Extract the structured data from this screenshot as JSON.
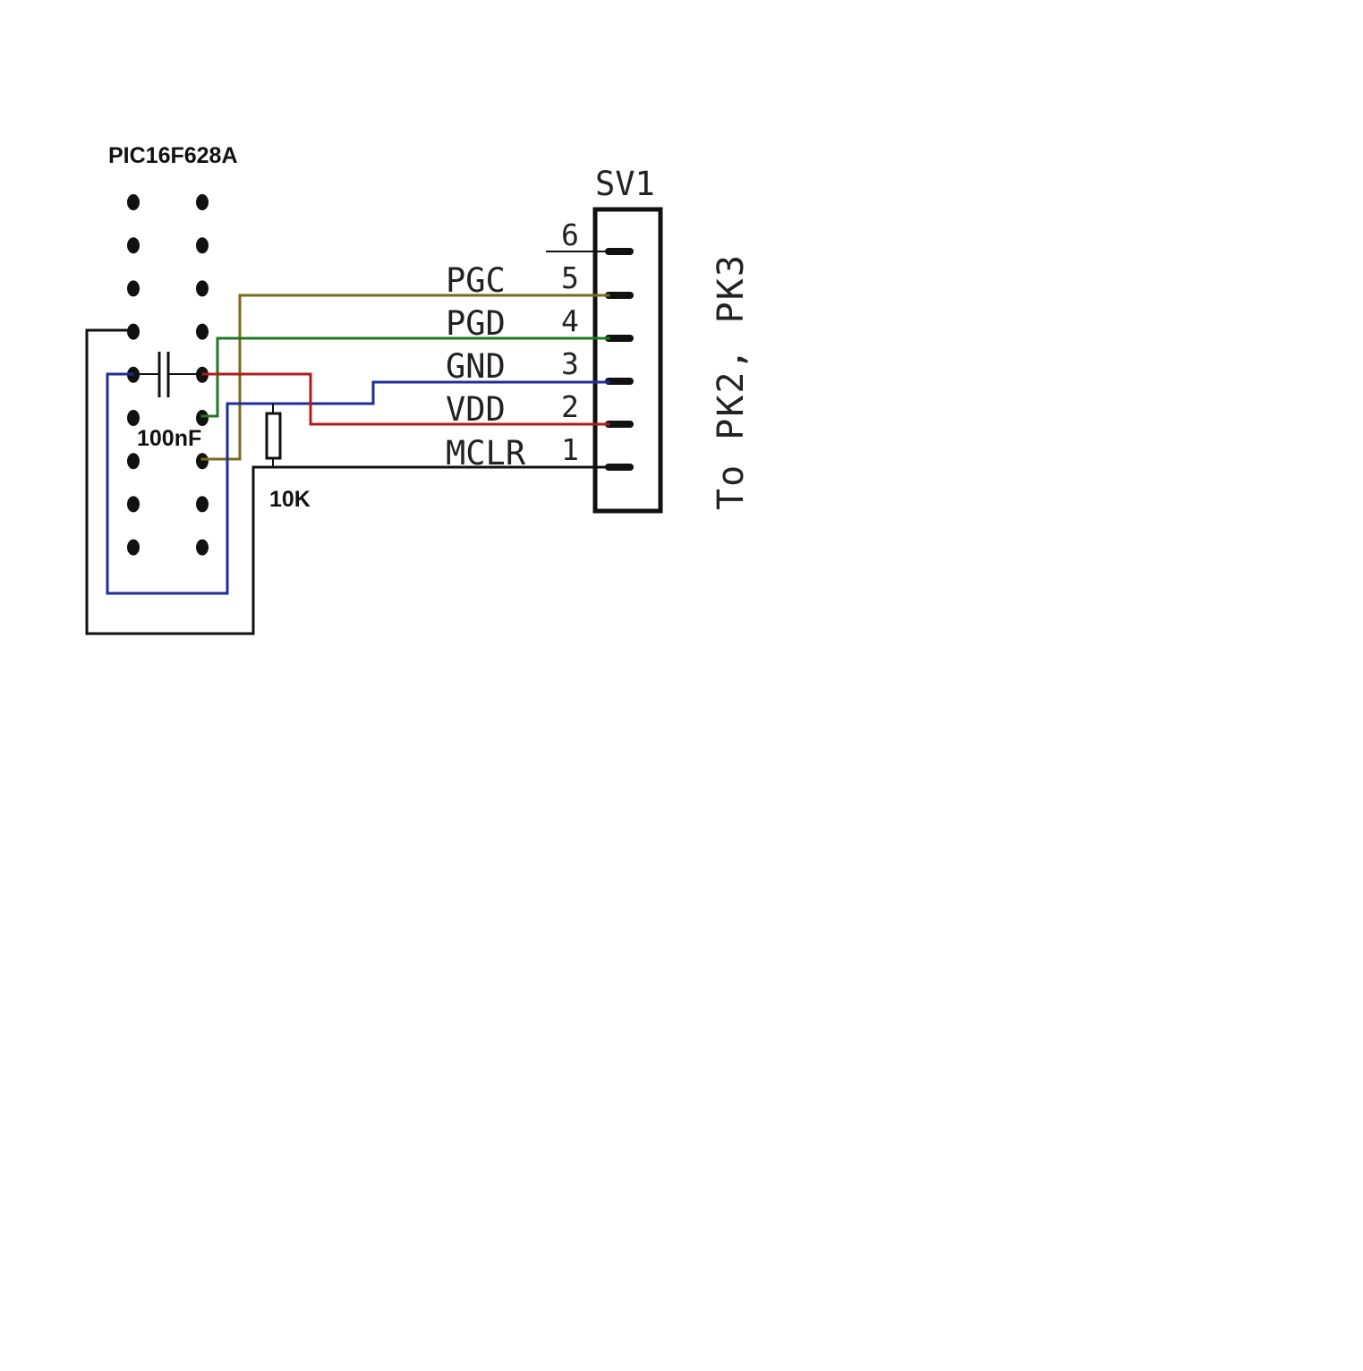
{
  "chip": {
    "name": "PIC16F628A",
    "rows": 9
  },
  "connector": {
    "name": "SV1",
    "pins": [
      {
        "number": "6",
        "signal": ""
      },
      {
        "number": "5",
        "signal": "PGC"
      },
      {
        "number": "4",
        "signal": "PGD"
      },
      {
        "number": "3",
        "signal": "GND"
      },
      {
        "number": "2",
        "signal": "VDD"
      },
      {
        "number": "1",
        "signal": "MCLR"
      }
    ]
  },
  "components": {
    "capacitor_label": "100nF",
    "resistor_label": "10K"
  },
  "side_note": "To PK2, PK3",
  "colors": {
    "pgc": "#7a6a1c",
    "pgd": "#1f7a1f",
    "gnd": "#1f2e99",
    "vdd": "#b01c1c",
    "mclr": "#111111",
    "text": "#222222"
  }
}
